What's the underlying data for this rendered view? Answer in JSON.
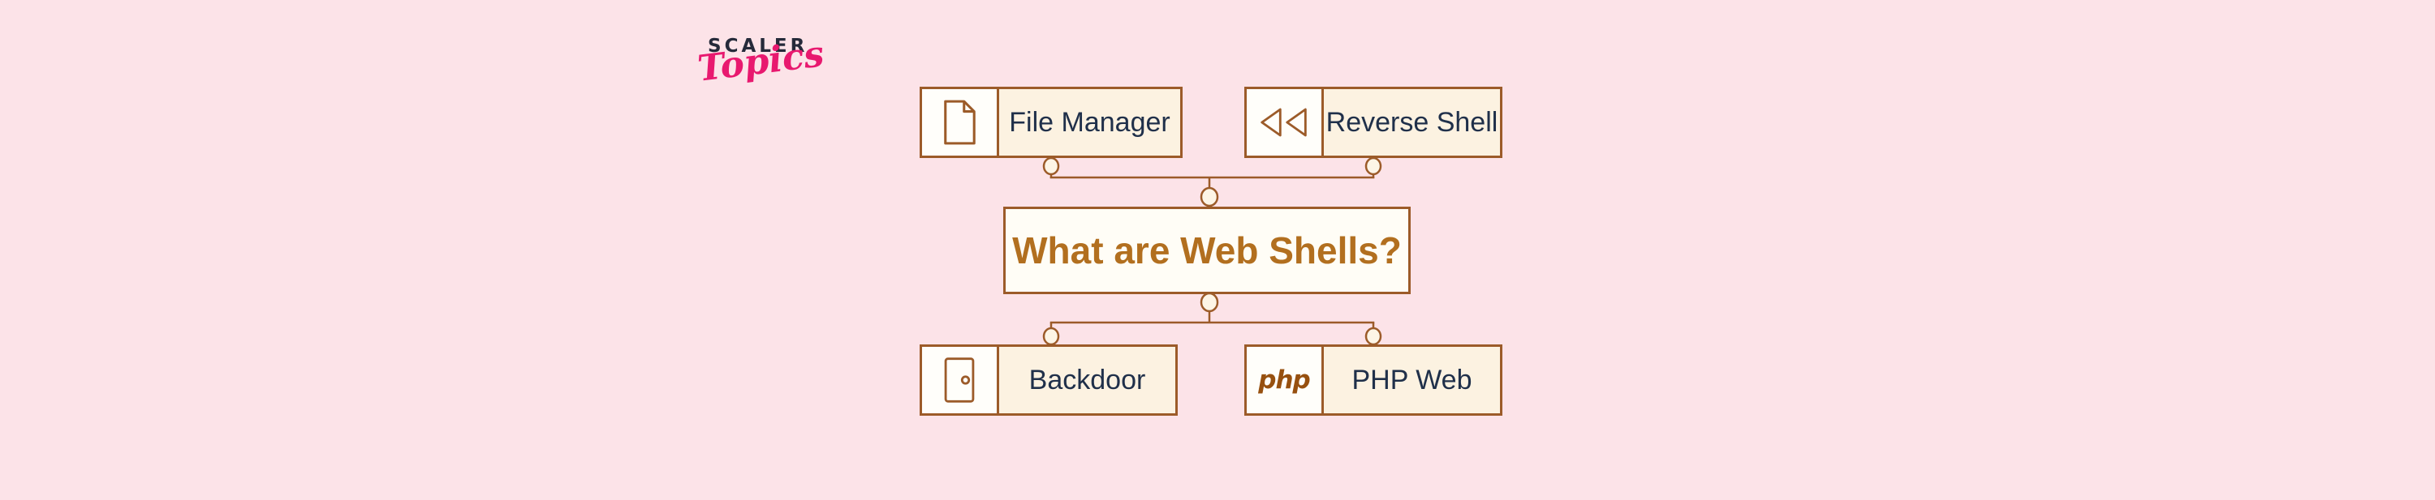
{
  "logo": {
    "brand": "SCALER",
    "script": "Topics"
  },
  "center": {
    "label": "What are Web Shells?"
  },
  "nodes": {
    "file_manager": {
      "label": "File Manager",
      "icon": "file-icon"
    },
    "reverse_shell": {
      "label": "Reverse Shell",
      "icon": "rewind-icon"
    },
    "backdoor": {
      "label": "Backdoor",
      "icon": "door-icon"
    },
    "php_web": {
      "label": "PHP Web",
      "icon": "php-icon",
      "icon_text": "php"
    }
  },
  "colors": {
    "background_pink": "#fce3e8",
    "box_cream": "#fcf2e1",
    "icon_cell_white": "#fffefa",
    "border_brown": "#9c5b29",
    "label_navy": "#20304a",
    "title_gold": "#b26f1f",
    "logo_navy": "#252a3a",
    "logo_pink": "#e8196f"
  }
}
